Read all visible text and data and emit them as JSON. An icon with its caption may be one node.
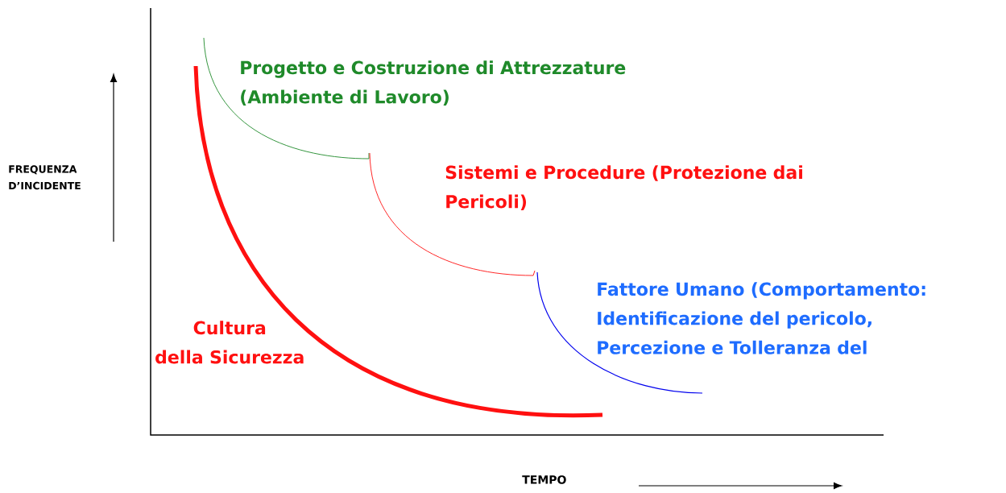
{
  "diagram": {
    "labels": [
      "FREQUENZA D’INCIDENTE",
      "Progetto e Costruzione di Attrezzature (Ambiente di Lavoro)",
      "Sistemi e Procedure (Protezione dai Pericoli)",
      "Fattore Umano (Comportamento: Identificazione del pericolo, Percezione e Tolleranza del",
      "Cultura della Sicurezza",
      "TEMPO"
    ]
  }
}
